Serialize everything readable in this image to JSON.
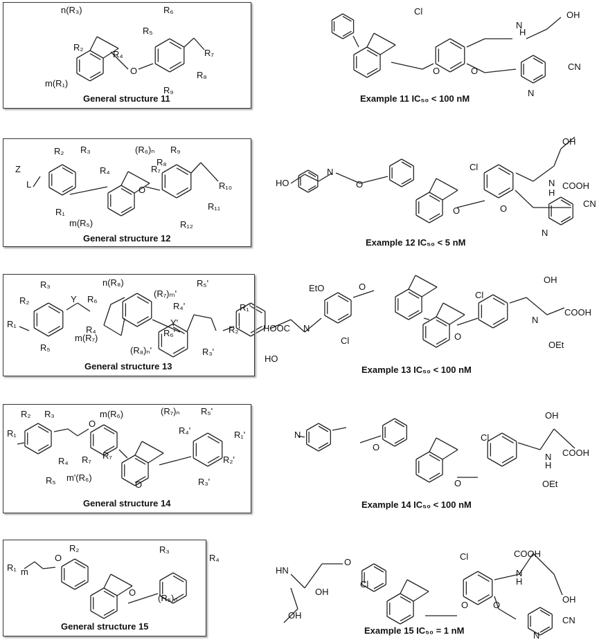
{
  "structures": [
    {
      "caption": "General structure 11",
      "labels": [
        "n(R₃)",
        "R₂",
        "R₄",
        "R₅",
        "R₆",
        "R₇",
        "R₈",
        "R₉",
        "O",
        "m(R₁)"
      ]
    },
    {
      "caption": "General structure 12",
      "labels": [
        "Z",
        "L",
        "R₂",
        "R₃",
        "R₄",
        "R₁",
        "(R₆)ₙ",
        "R₇",
        "O",
        "R₈",
        "R₉",
        "R₁₀",
        "R₁₁",
        "R₁₂",
        "m(R₅)"
      ]
    },
    {
      "caption": "General structure 13",
      "labels": [
        "R₁",
        "R₂",
        "R₃",
        "R₄",
        "R₅",
        "Y",
        "R₆",
        "m(R₇)",
        "n(R₈)",
        "(R₇)ₘ'",
        "R₄'",
        "R₅'",
        "R₁'",
        "Y'",
        "R₆'",
        "R₂'",
        "R₃'",
        "(R₈)ₙ'"
      ]
    },
    {
      "caption": "General structure 14",
      "labels": [
        "R₁",
        "R₂",
        "R₃",
        "R₄",
        "R₅",
        "O",
        "m(R₆)",
        "R₇",
        "(R₇)ₙ",
        "R₇",
        "O",
        "m'(R₆)",
        "R₄'",
        "R₅'",
        "R₁'",
        "R₂'",
        "R₃'"
      ]
    },
    {
      "caption": "General structure 15",
      "labels": [
        "R₁",
        "m",
        "O",
        "R₂",
        "O",
        "R₃",
        "R₄",
        "(R₅)ₙ"
      ]
    }
  ],
  "examples": [
    {
      "caption": "Example 11   IC₅₀ < 100 nM",
      "labels": [
        "Cl",
        "H",
        "N",
        "OH",
        "O",
        "O",
        "CN",
        "N"
      ]
    },
    {
      "caption": "Example 12   IC₅₀ < 5 nM",
      "labels": [
        "HO",
        "N",
        "O",
        "Cl",
        "OH",
        "N",
        "H",
        "COOH",
        "O",
        "O",
        "CN",
        "N"
      ]
    },
    {
      "caption": "Example 13   IC₅₀ < 100 nM",
      "labels": [
        "EtO",
        "O",
        "HOOC",
        "N",
        "Cl",
        "HO",
        "Cl",
        "OH",
        "N",
        "COOH",
        "O",
        "OEt"
      ]
    },
    {
      "caption": "Example 14   IC₅₀ < 100 nM",
      "labels": [
        "N",
        "O",
        "Cl",
        "OH",
        "N",
        "H",
        "COOH",
        "O",
        "OEt"
      ]
    },
    {
      "caption": "Example 15   IC₅₀ = 1 nM",
      "labels": [
        "HN",
        "O",
        "OH",
        "OH",
        "Cl",
        "Cl",
        "COOH",
        "N",
        "H",
        "OH",
        "O",
        "O",
        "CN",
        "N"
      ]
    }
  ]
}
